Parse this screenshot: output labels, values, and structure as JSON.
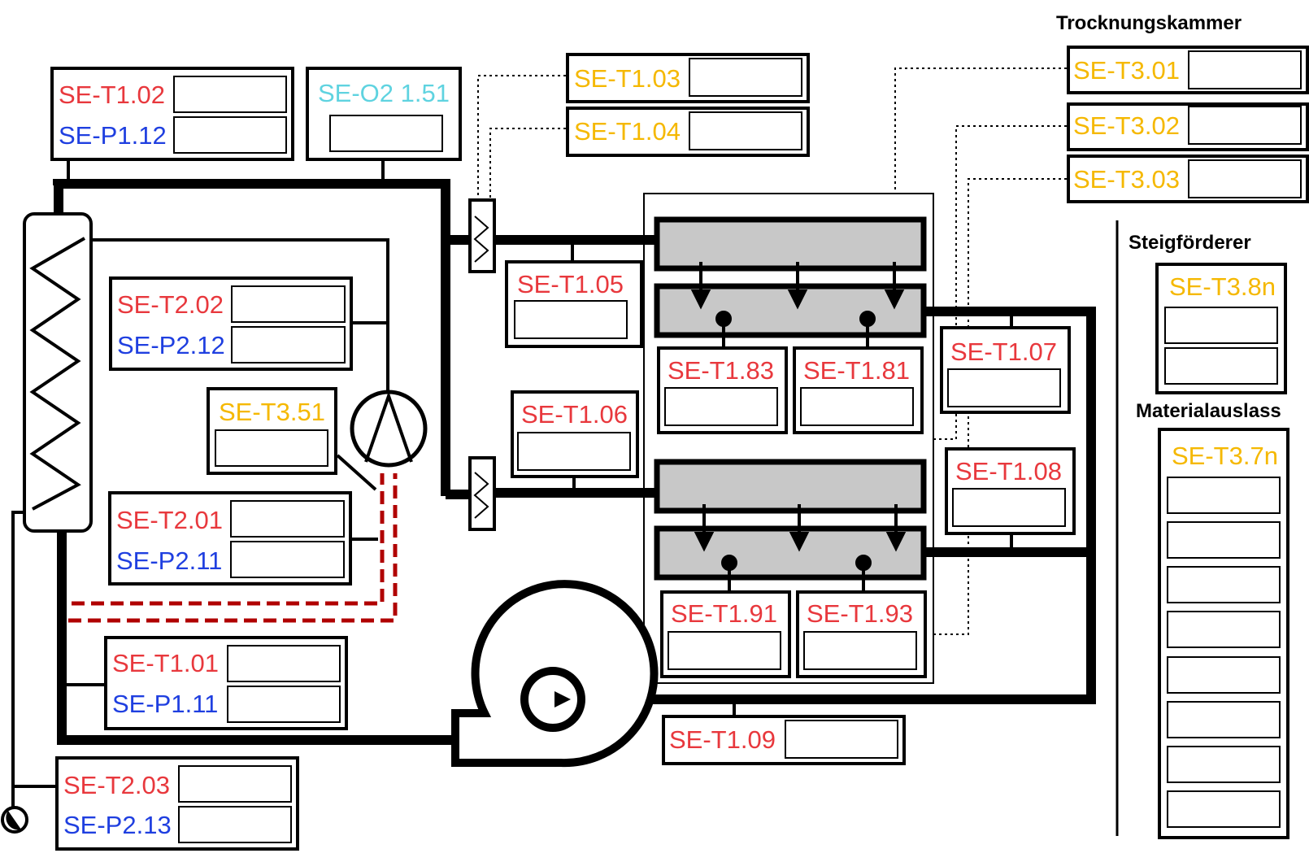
{
  "headers": {
    "trocknungskammer": "Trocknungskammer",
    "steigfoerderer": "Steigförderer",
    "materialauslass": "Materialauslass"
  },
  "colors": {
    "red": "#e8383d",
    "blue": "#1f3fe0",
    "orange": "#f5b800",
    "cyan": "#5fd3e0",
    "dashed_line": "#b00000",
    "heat_exchanger_fill": "#c8c8c8"
  },
  "sensors": {
    "t102": "SE-T1.02",
    "p112": "SE-P1.12",
    "o2": "SE-O2 1.51",
    "t103": "SE-T1.03",
    "t104": "SE-T1.04",
    "t301": "SE-T3.01",
    "t302": "SE-T3.02",
    "t303": "SE-T3.03",
    "t105": "SE-T1.05",
    "t106": "SE-T1.06",
    "t202": "SE-T2.02",
    "p212": "SE-P2.12",
    "t351": "SE-T3.51",
    "t201": "SE-T2.01",
    "p211": "SE-P2.11",
    "t101": "SE-T1.01",
    "p111": "SE-P1.11",
    "t203": "SE-T2.03",
    "p213": "SE-P2.13",
    "t183": "SE-T1.83",
    "t181": "SE-T1.81",
    "t107": "SE-T1.07",
    "t108": "SE-T1.08",
    "t191": "SE-T1.91",
    "t193": "SE-T1.93",
    "t109": "SE-T1.09",
    "t38n": "SE-T3.8n",
    "t37n": "SE-T3.7n"
  },
  "icons": {
    "compressor": "compressor-icon",
    "fan": "radial-fan-icon",
    "heater": "heating-coil-icon",
    "condenser": "condenser-coil-icon",
    "valve": "expansion-valve-icon"
  }
}
